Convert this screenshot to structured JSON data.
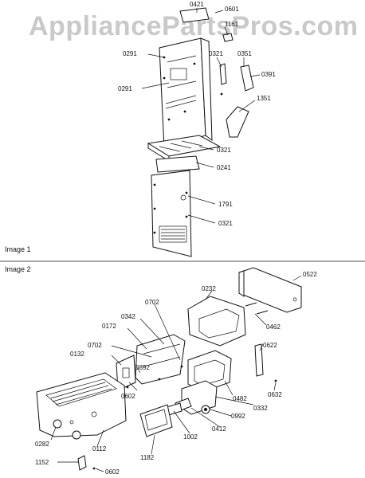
{
  "watermark": "AppliancePartsPros.com",
  "sections": [
    {
      "label": "Image 1"
    },
    {
      "label": "Image 2"
    }
  ],
  "callouts_image1": [
    "0421",
    "0601",
    "1161",
    "0291",
    "0321",
    "0321",
    "0351",
    "0391",
    "0291",
    "1351",
    "0321",
    "0241",
    "1791",
    "0321"
  ],
  "callouts_image2": [
    "0522",
    "0232",
    "0702",
    "0342",
    "0172",
    "0462",
    "0132",
    "0702",
    "0622",
    "0892",
    "0602",
    "0482",
    "0632",
    "0332",
    "0992",
    "0412",
    "1002",
    "0282",
    "0112",
    "1182",
    "1152",
    "0602"
  ],
  "colors": {
    "line": "#111111",
    "watermark": "#c9c9c9",
    "background": "#ffffff"
  }
}
